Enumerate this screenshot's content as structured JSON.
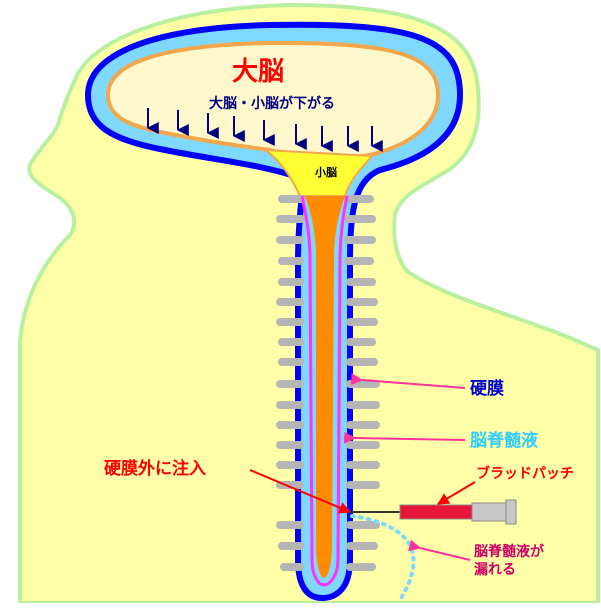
{
  "labels": {
    "cerebrum": "大脳",
    "brain_descends": "大脳・小脳が下がる",
    "cerebellum": "小脳",
    "dura": "硬膜",
    "csf": "脳脊髄液",
    "epidural_injection": "硬膜外に注入",
    "blood_patch": "ブラッドパッチ",
    "csf_leak_line1": "脳脊髄液が",
    "csf_leak_line2": "漏れる"
  },
  "colors": {
    "body_fill": "#ffffa8",
    "body_outline": "#b8f0a0",
    "dura": "#0000ff",
    "csf": "#7fd9ff",
    "brain_fill": "#fff8cc",
    "brain_outline": "#f4a64b",
    "cerebellum": "#ffff33",
    "spinal_cord": "#ff8c00",
    "pia": "#ff33ff",
    "vertebra": "#b5b5b5",
    "needle_red": "#e8163a",
    "arrow_pink": "#ff3399",
    "label_red": "#ff0000",
    "label_navy": "#000080",
    "label_blue": "#0000cc",
    "label_cyan": "#33ccff",
    "label_magenta": "#cc0066"
  }
}
